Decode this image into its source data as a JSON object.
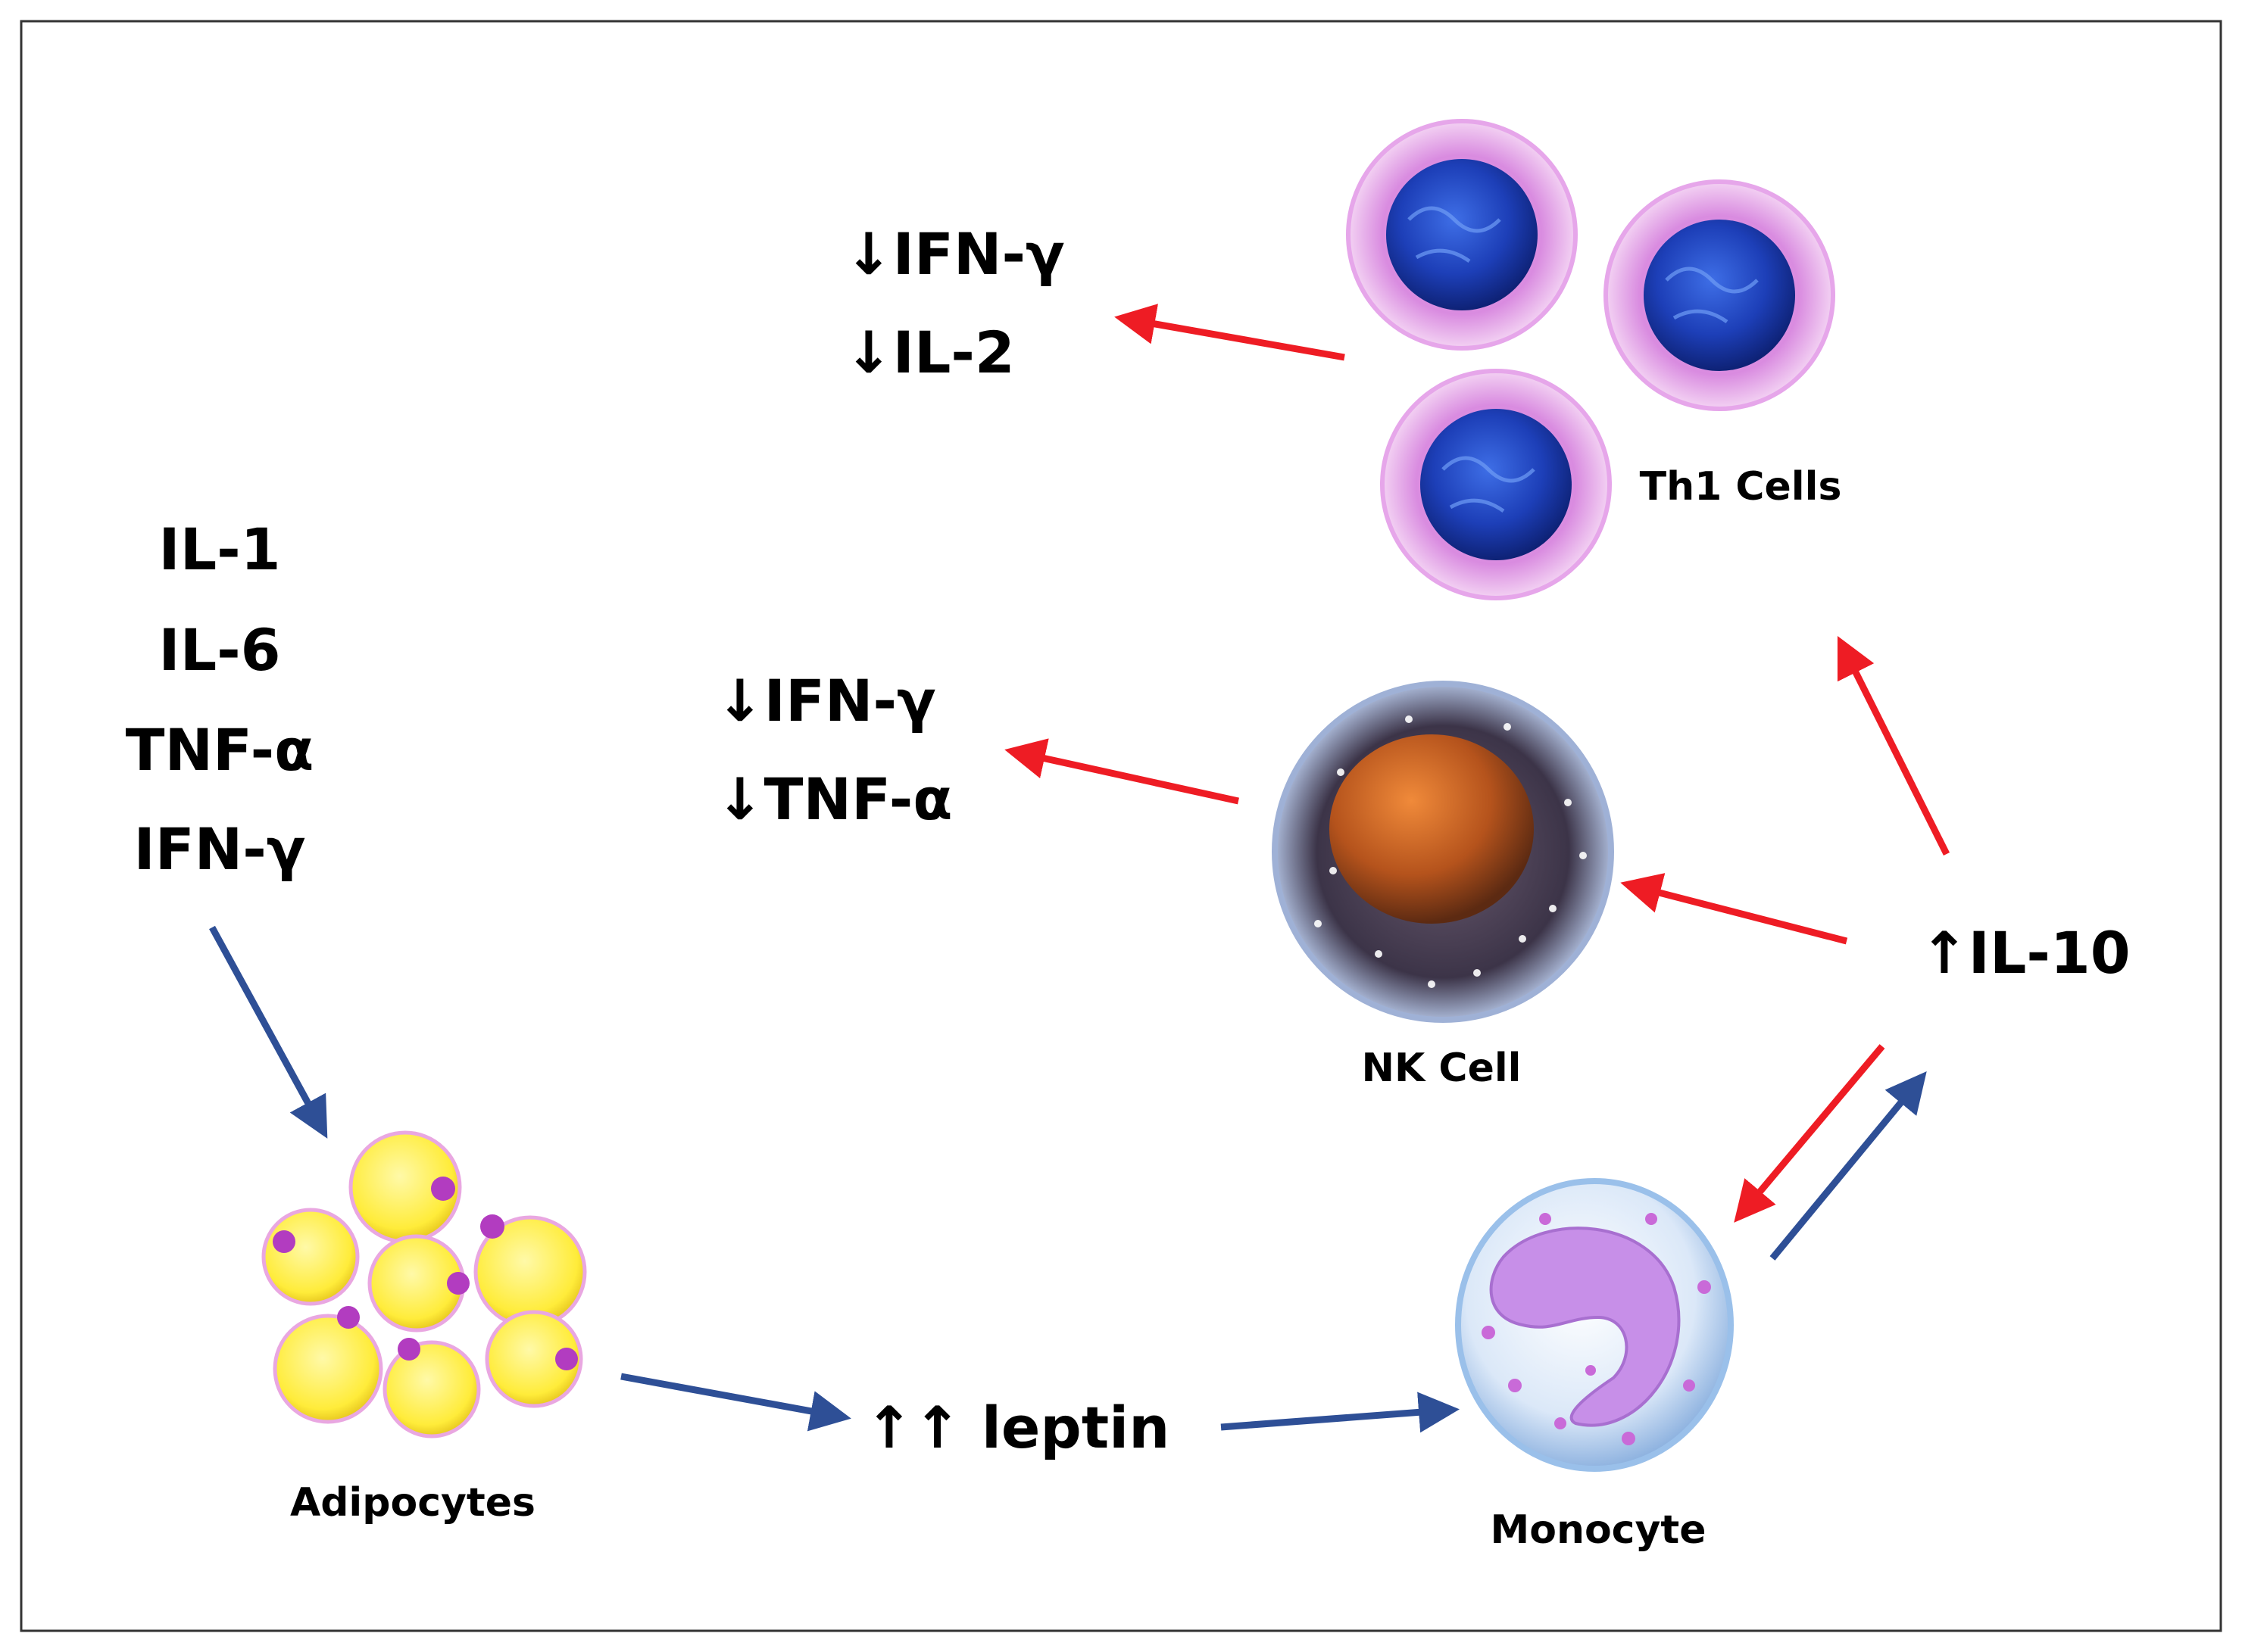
{
  "cytokines_block": {
    "line1": "IL-1",
    "line2": "IL-6",
    "line3": "TNF-α",
    "line4": "IFN-γ"
  },
  "th1_output": {
    "line1": "↓IFN-γ",
    "line2": "↓IL-2"
  },
  "nk_output": {
    "line1": "↓IFN-γ",
    "line2": "↓TNF-α"
  },
  "il10": "↑IL-10",
  "leptin": "↑↑ leptin",
  "cells": {
    "th1": "Th1 Cells",
    "nk": "NK Cell",
    "monocyte": "Monocyte",
    "adipocytes": "Adipocytes"
  },
  "colors": {
    "inhibit_arrow": "#ee1c24",
    "stimulate_arrow": "#2e4f96",
    "frame": "#333333"
  }
}
